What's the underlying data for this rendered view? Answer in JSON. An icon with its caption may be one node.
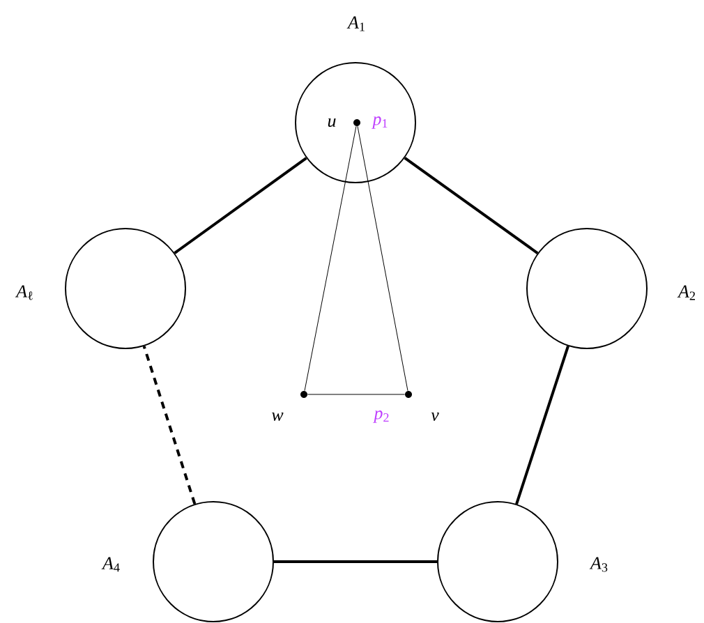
{
  "diagram": {
    "nodes": [
      {
        "text": [],
        "shape": "circle",
        "beside": [
          "*A*$_{1}$"
        ]
      },
      {
        "text": [],
        "shape": "circle",
        "beside": [
          "*A*$_{2}$"
        ]
      },
      {
        "text": [],
        "shape": "circle",
        "beside": [
          "*A*$_{3}$"
        ]
      },
      {
        "text": [],
        "shape": "circle",
        "beside": [
          "*A*$_{4}$"
        ]
      },
      {
        "text": [],
        "shape": "circle",
        "beside": [
          "*A*$_{ℓ}$"
        ]
      },
      {
        "text": [],
        "shape": "dot",
        "beside": [
          "u"
        ],
        "in": 0
      },
      {
        "text": [],
        "shape": "dot",
        "beside": [
          "w"
        ]
      },
      {
        "text": [],
        "shape": "dot",
        "beside": [
          "v"
        ]
      }
    ],
    "edges": [
      {
        "from": 0,
        "to": 1,
        "arrow": "none"
      },
      {
        "from": 1,
        "to": 2,
        "arrow": "none"
      },
      {
        "from": 2,
        "to": 3,
        "arrow": "none"
      },
      {
        "from": 3,
        "to": 4,
        "arrow": "none",
        "style": "dashed"
      },
      {
        "from": 4,
        "to": 0,
        "arrow": "none"
      },
      {
        "from": 5,
        "to": 6,
        "arrow": "none"
      },
      {
        "from": 5,
        "to": 7,
        "arrow": "none"
      },
      {
        "from": 6,
        "to": 7,
        "arrow": "none"
      }
    ],
    "labels": [
      "*p*$_{1}$",
      "*p*$_{2}$"
    ]
  }
}
